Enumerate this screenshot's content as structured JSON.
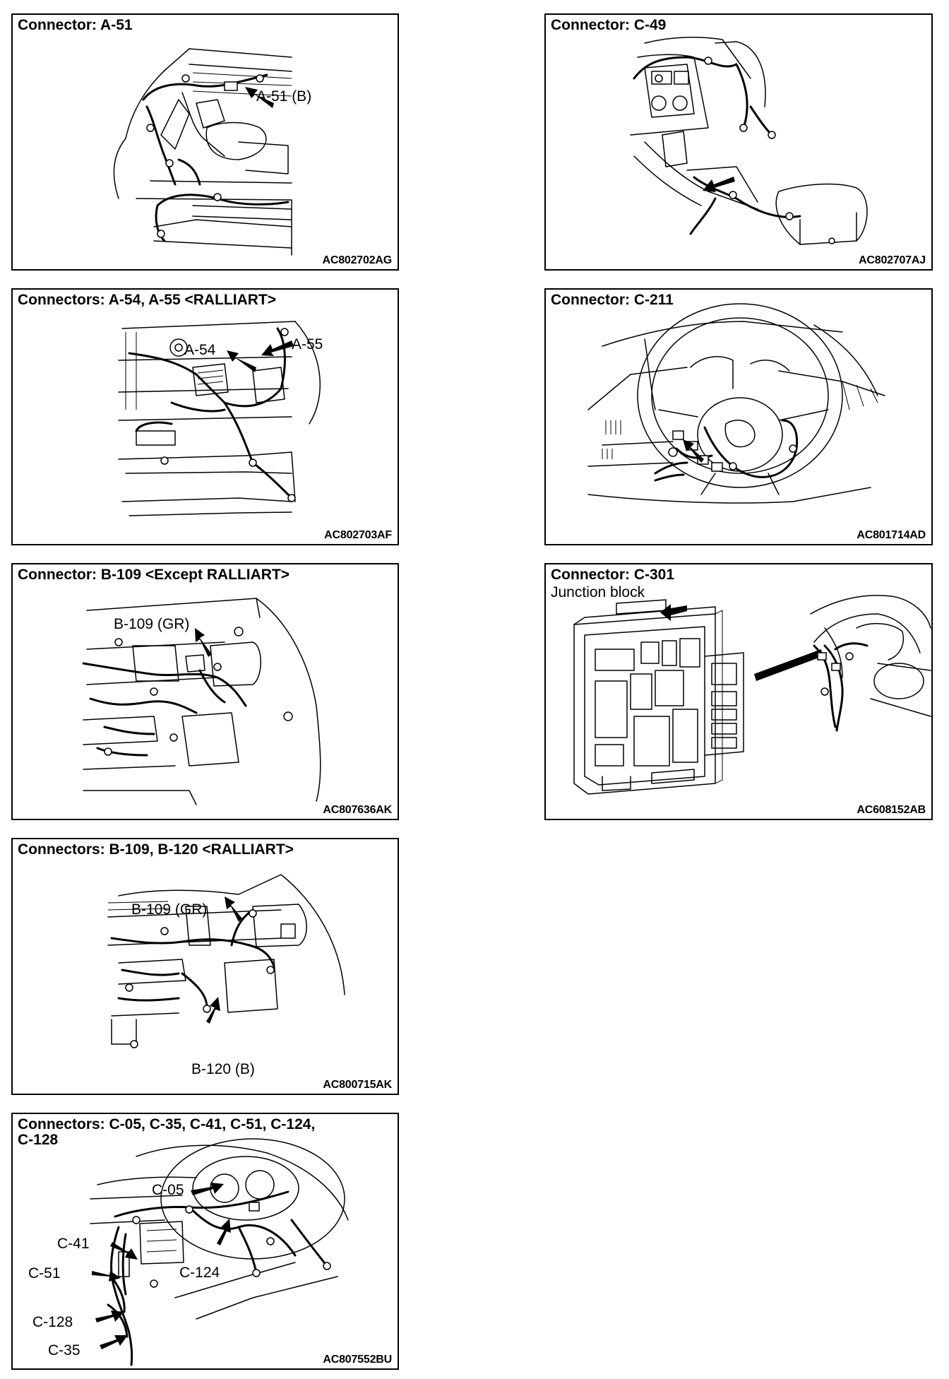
{
  "panels": {
    "a51": {
      "title": "Connector: A-51",
      "label_1": "A-51 (B)",
      "code": "AC802702AG"
    },
    "a54": {
      "title": "Connectors: A-54, A-55 <RALLIART>",
      "label_1": "A-54",
      "label_2": "A-55",
      "code": "AC802703AF"
    },
    "b109": {
      "title": "Connector: B-109 <Except RALLIART>",
      "label_1": "B-109 (GR)",
      "code": "AC807636AK"
    },
    "b120": {
      "title": "Connectors: B-109, B-120 <RALLIART>",
      "label_1": "B-109 (GR)",
      "label_2": "B-120 (B)",
      "code": "AC800715AK"
    },
    "c05": {
      "title_line1": "Connectors: C-05, C-35, C-41, C-51, C-124,",
      "title_line2": "C-128",
      "label_c05": "C-05",
      "label_c41": "C-41",
      "label_c51": "C-51",
      "label_c124": "C-124",
      "label_c128": "C-128",
      "label_c35": "C-35",
      "code": "AC807552BU"
    },
    "c49": {
      "title": "Connector: C-49",
      "code": "AC802707AJ"
    },
    "c211": {
      "title": "Connector: C-211",
      "code": "AC801714AD"
    },
    "c301": {
      "title": "Connector: C-301",
      "subtitle": "Junction block",
      "code": "AC608152AB"
    }
  }
}
